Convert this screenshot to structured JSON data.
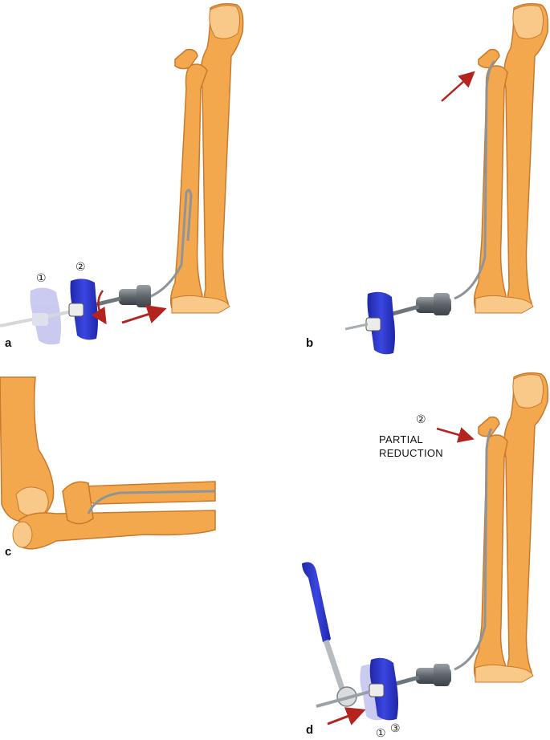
{
  "colors": {
    "bone": "#F4A84E",
    "bone_light": "#F9C989",
    "bone_outline": "#C9782C",
    "handle_blue": "#2C37C9",
    "handle_ghost": "#B9B8EC",
    "wire": "#8E9499",
    "chuck": "#6E767C",
    "arrow_red": "#B5231F"
  },
  "panels": {
    "a": {
      "letter": "a",
      "step_1": "①",
      "step_2": "②"
    },
    "b": {
      "letter": "b"
    },
    "c": {
      "letter": "c"
    },
    "d": {
      "letter": "d",
      "step_2": "②",
      "note_line1": "PARTIAL",
      "note_line2": "REDUCTION",
      "step_1": "①",
      "step_3": "③"
    }
  }
}
